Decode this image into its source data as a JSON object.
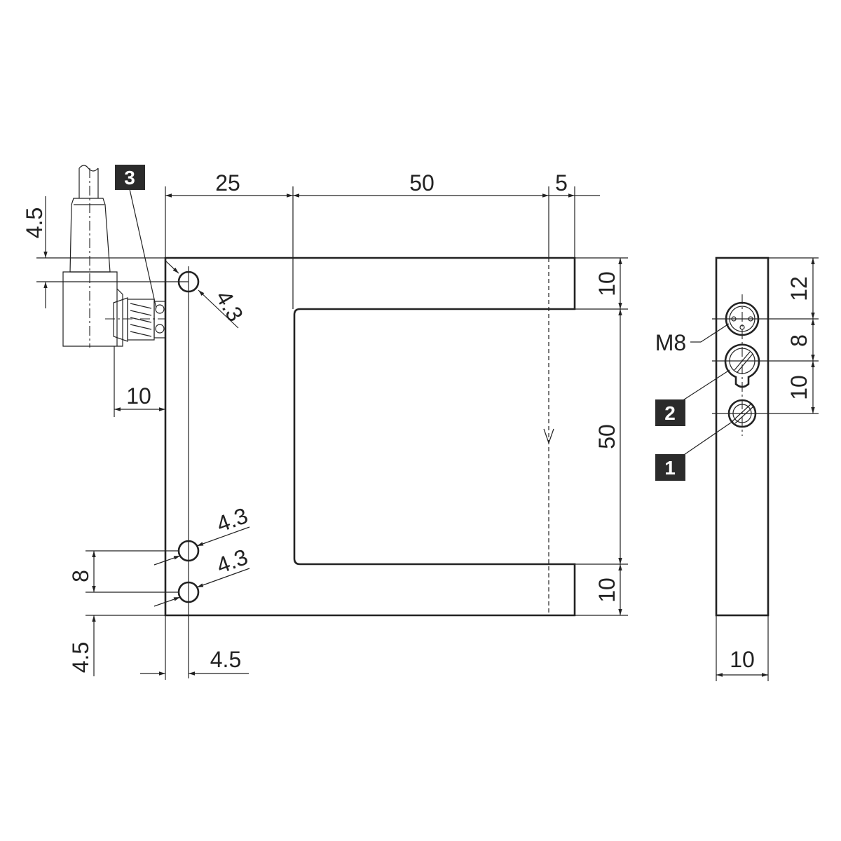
{
  "dimensions": {
    "top_25": "25",
    "top_50": "50",
    "top_5": "5",
    "left_4_5_top": "4.5",
    "left_10": "10",
    "left_8": "8",
    "left_4_5_bottom": "4.5",
    "bottom_4_5": "4.5",
    "hole_top": "4.3",
    "hole_mid": "4.3",
    "hole_bottom": "4.3",
    "right_10_top": "10",
    "right_50": "50",
    "right_10_bottom": "10",
    "side_12": "12",
    "side_8": "8",
    "side_10": "10",
    "side_width_10": "10"
  },
  "labels": {
    "thread": "M8"
  },
  "callouts": [
    {
      "number": "1"
    },
    {
      "number": "2"
    },
    {
      "number": "3"
    }
  ],
  "colors": {
    "line": "#222222",
    "callout_bg": "#2b2b2b",
    "callout_text": "#ffffff"
  }
}
